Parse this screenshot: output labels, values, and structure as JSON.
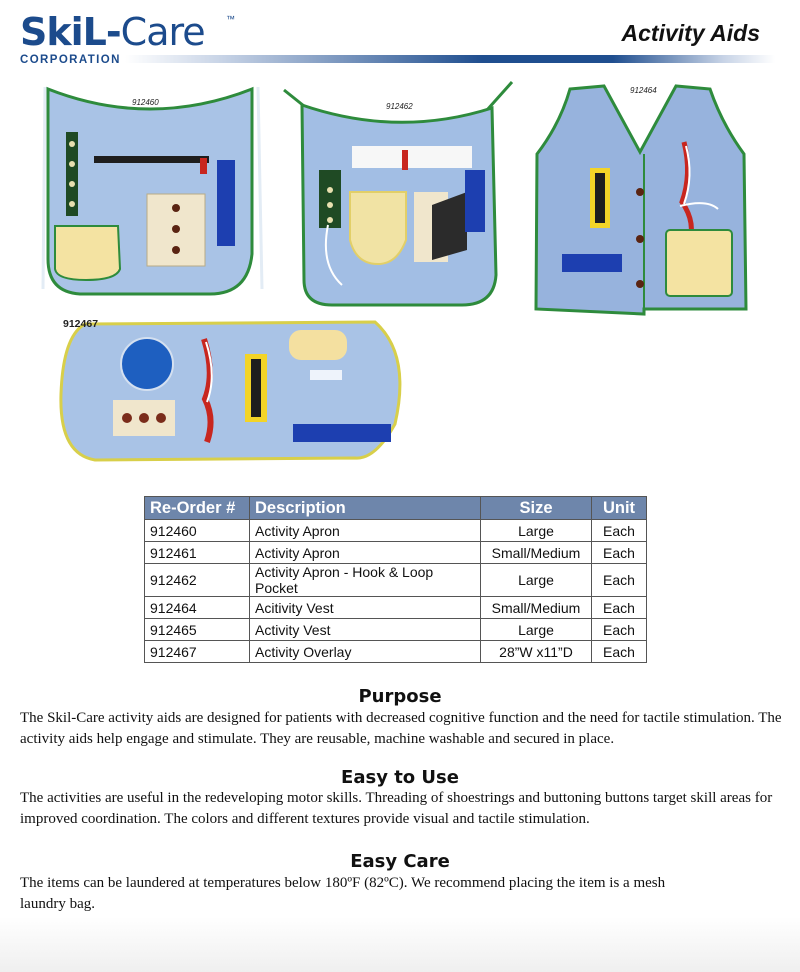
{
  "brand": {
    "name_part1": "SkiL-",
    "name_part2": "Care",
    "trademark": "™",
    "subtitle": "CORPORATION"
  },
  "header": {
    "title": "Activity Aids"
  },
  "products": [
    {
      "id": "912460"
    },
    {
      "id": "912462"
    },
    {
      "id": "912464"
    },
    {
      "id": "912467"
    }
  ],
  "table": {
    "headers": [
      "Re-Order #",
      "Description",
      "Size",
      "Unit"
    ],
    "rows": [
      [
        "912460",
        "Activity Apron",
        "Large",
        "Each"
      ],
      [
        "912461",
        "Activity Apron",
        "Small/Medium",
        "Each"
      ],
      [
        "912462",
        "Activity Apron - Hook & Loop Pocket",
        "Large",
        "Each"
      ],
      [
        "912464",
        "Acitivity Vest",
        "Small/Medium",
        "Each"
      ],
      [
        "912465",
        "Activity Vest",
        "Large",
        "Each"
      ],
      [
        "912467",
        "Activity Overlay",
        "28”W x11”D",
        "Each"
      ]
    ]
  },
  "sections": [
    {
      "heading": "Purpose",
      "text": "The Skil-Care activity aids are designed for patients with decreased cognitive function and the need for tactile stimulation. The activity aids help engage and stimulate. They are reusable, machine washable and secured in place."
    },
    {
      "heading": "Easy to Use",
      "text": "The activities are useful in the redeveloping motor skills. Threading of shoestrings and buttoning buttons target skill areas for improved coordination. The colors and different textures provide visual and tactile stimulation."
    },
    {
      "heading": "Easy Care",
      "text": "The items can be laundered at temperatures below 180ºF (82ºC).  We recommend placing the item is a mesh laundry bag."
    }
  ]
}
